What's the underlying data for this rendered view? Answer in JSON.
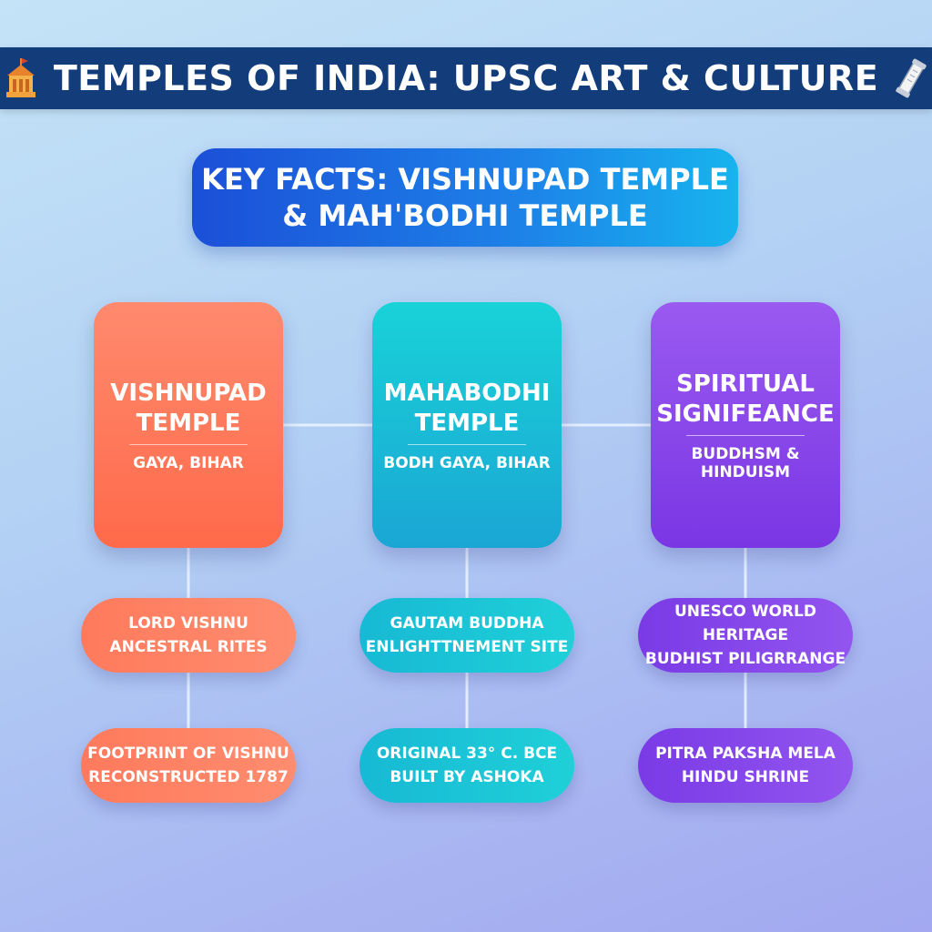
{
  "header": {
    "title": "TEMPLES OF INDIA: UPSC ART & CULTURE",
    "left_icon": "temple-icon",
    "right_icon": "scroll-icon"
  },
  "subtitle": "KEY FACTS: VISHNUPAD TEMPLE\n& MAHˈBODHI TEMPLE",
  "columns": [
    {
      "title": "VISHNUPAD\nTEMPLE",
      "subtitle": "GAYA, BIHAR",
      "color": "#ff7556",
      "facts": [
        "LORD VISHNU\nANCESTRAL RITES",
        "FOOTPRINT OF VISHNU\nRECONSTRUCTED 1787"
      ]
    },
    {
      "title": "MAHABODHI\nTEMPLE",
      "subtitle": "BODH GAYA, BIHAR",
      "color": "#1bbfd6",
      "facts": [
        "GAUTAM BUDDHA\nENLIGHTTNEMENT SITE",
        "ORIGINAL 33° C. BCE\nBUILT BY ASHOKA"
      ]
    },
    {
      "title": "SPIRITUAL\nSIGNIFEANCE",
      "subtitle": "BUDDHSM & HINDUISM",
      "color": "#8647ea",
      "facts": [
        "UNESCO WORLD HERITAGE\nBUDHIST PILIGRRANGE",
        "PITRA PAKSHA MELA\nHINDU SHRINE"
      ]
    }
  ]
}
